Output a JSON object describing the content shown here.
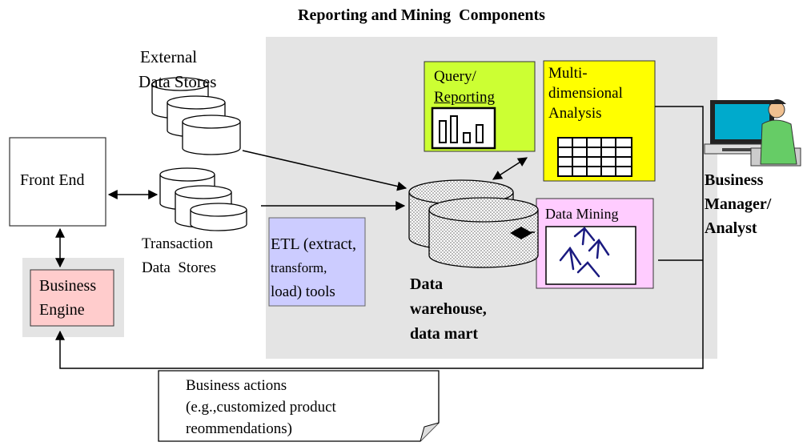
{
  "title": "Reporting and Mining  Components",
  "external_stores_label": [
    "External",
    "Data Stores"
  ],
  "transaction_stores_label": [
    "Transaction",
    "Data  Stores"
  ],
  "front_end_label": "Front End",
  "business_engine_label": [
    "Business",
    "Engine"
  ],
  "etl_label": [
    "ETL (extract,",
    "transform,",
    "load) tools"
  ],
  "warehouse_label": [
    "Data",
    "warehouse,",
    "data mart"
  ],
  "query_label": [
    "Query/",
    "Reporting"
  ],
  "multidim_label": [
    "Multi-",
    "dimensional",
    "Analysis"
  ],
  "data_mining_label": "Data Mining",
  "manager_label": [
    "Business",
    "Manager/",
    "Analyst"
  ],
  "actions_note": [
    "Business actions",
    "(e.g.,customized product",
    "reommendations)"
  ],
  "colors": {
    "panel": "#e4e4e4",
    "etl_box": "#ccccff",
    "query_box": "#ccff33",
    "multidim_box": "#ffff00",
    "mining_box": "#ffccff",
    "engine_box": "#ffcccc",
    "engine_frame": "#e4e4e4",
    "screen": "#00aacc",
    "person": "#66cc66"
  }
}
